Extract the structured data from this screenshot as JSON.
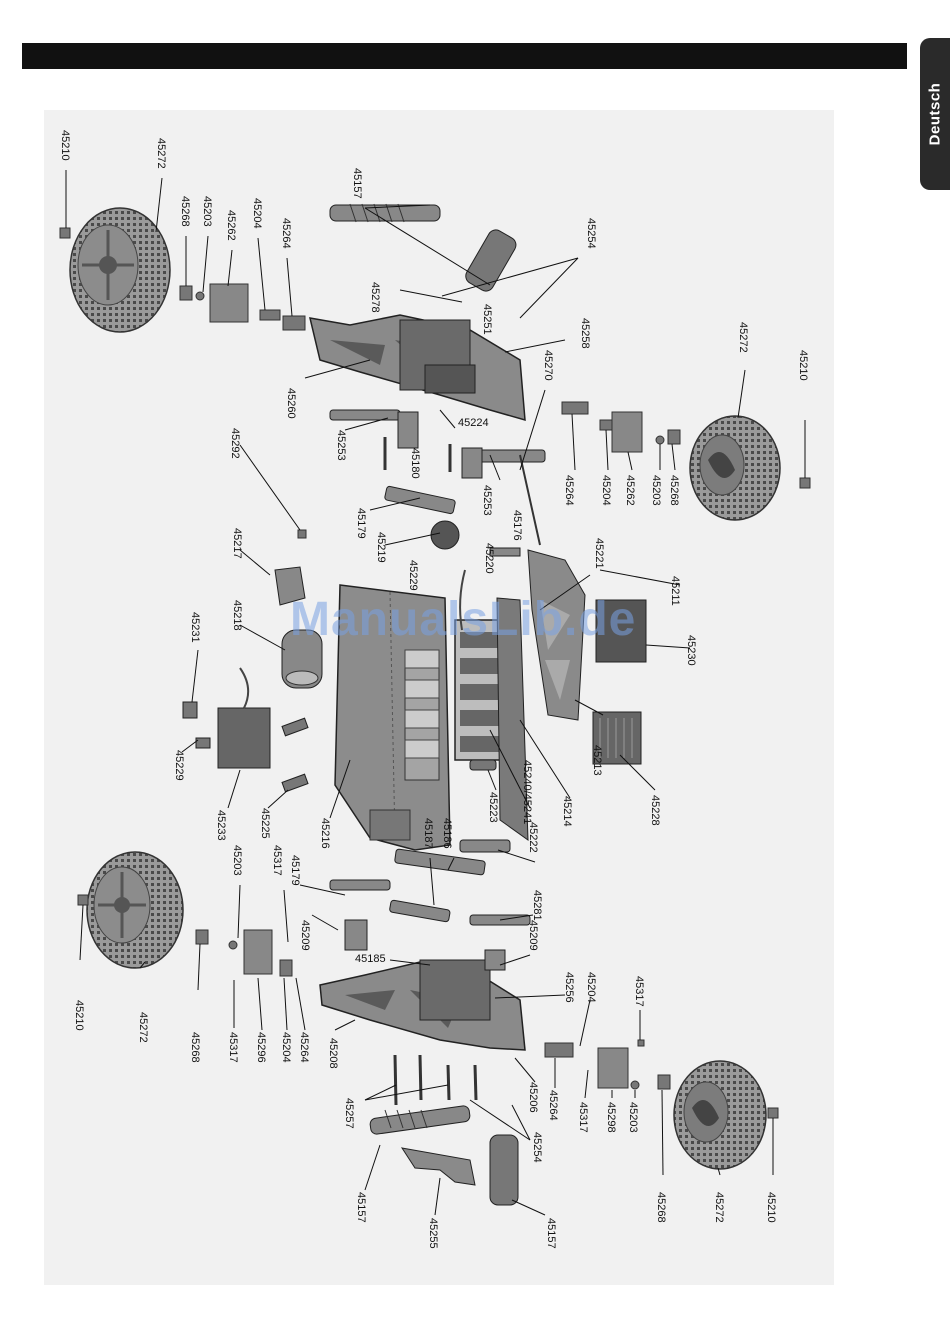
{
  "header": {
    "language_tab": "Deutsch"
  },
  "watermark": "ManualsLib.de",
  "labels": {
    "p45210": "45210",
    "p45272": "45272",
    "p45268": "45268",
    "p45203": "45203",
    "p45262": "45262",
    "p45204": "45204",
    "p45264": "45264",
    "p45157": "45157",
    "p45254": "45254",
    "p45278": "45278",
    "p45251": "45251",
    "p45258": "45258",
    "p45270": "45270",
    "p45260": "45260",
    "p45224": "45224",
    "p45253": "45253",
    "p45180": "45180",
    "p45292": "45292",
    "p45179": "45179",
    "p45219": "45219",
    "p45176": "45176",
    "p45221": "45221",
    "p45211": "45211",
    "p45229": "45229",
    "p45220": "45220",
    "p45217": "45217",
    "p45218": "45218",
    "p45230": "45230",
    "p45231": "45231",
    "p45213": "45213",
    "p45228": "45228",
    "p45214": "45214",
    "p45240_45241": "45240/45241",
    "p45223": "45223",
    "p45216": "45216",
    "p45233": "45233",
    "p45225": "45225",
    "p45186": "45186",
    "p45187": "45187",
    "p45222": "45222",
    "p45317": "45317",
    "p45209": "45209",
    "p45281": "45281",
    "p45185": "45185",
    "p45256": "45256",
    "p45296": "45296",
    "p45208": "45208",
    "p45257": "45257",
    "p45206": "45206",
    "p45298": "45298",
    "p45255": "45255"
  }
}
